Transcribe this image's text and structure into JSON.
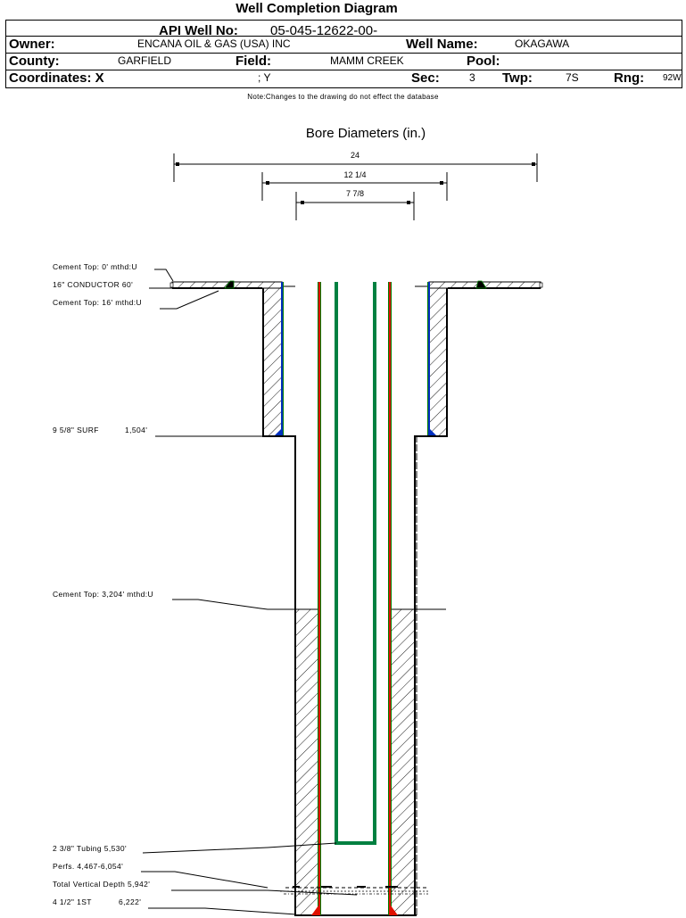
{
  "title": "Well Completion Diagram",
  "header": {
    "api_label": "API Well No:",
    "api_value": "05-045-12622-00-",
    "owner_label": "Owner:",
    "owner_value": "ENCANA OIL & GAS (USA) INC",
    "well_name_label": "Well Name:",
    "well_name_value": "OKAGAWA",
    "county_label": "County:",
    "county_value": "GARFIELD",
    "field_label": "Field:",
    "field_value": "MAMM CREEK",
    "pool_label": "Pool:",
    "pool_value": "",
    "coords_label": "Coordinates: X",
    "coords_y": "; Y",
    "sec_label": "Sec:",
    "sec_value": "3",
    "twp_label": "Twp:",
    "twp_value": "7S",
    "rng_label": "Rng:",
    "rng_value": "92W"
  },
  "note": "Note:Changes to the drawing do not effect the database",
  "bore": {
    "title": "Bore Diameters (in.)",
    "diameters": [
      "24",
      "12 1/4",
      "7 7/8"
    ]
  },
  "annotations": {
    "cement_top_0": "Cement Top: 0' mthd:U",
    "conductor": "16\" CONDUCTOR  60'",
    "cement_top_16": "Cement Top: 16' mthd:U",
    "surface_casing": "9 5/8\" SURF",
    "surface_depth": "1,504'",
    "cement_top_3204": "Cement Top: 3,204' mthd:U",
    "tubing": "2 3/8\" Tubing 5,530'",
    "perfs": "Perfs. 4,467-6,054'",
    "tvd": "Total Vertical Depth 5,942'",
    "production_casing": "4 1/2\" 1ST",
    "production_depth": "6,222'"
  },
  "colors": {
    "casing": "#e01000",
    "casing_edge": "#008000",
    "tubing": "#008040",
    "surface_casing": "#0030c0",
    "cement_hatch": "#000000"
  }
}
